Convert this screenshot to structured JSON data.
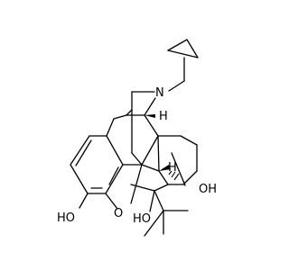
{
  "structure": {
    "atoms": {
      "n": "N",
      "o_ring": "O",
      "oh_phenol": "HO",
      "oh_right": "OH",
      "oh_tertiary": "HO",
      "h_upper": "H",
      "h_lower": "H"
    },
    "colors": {
      "background": "#ffffff",
      "bonds": "#000000",
      "labels": "#000000"
    }
  }
}
